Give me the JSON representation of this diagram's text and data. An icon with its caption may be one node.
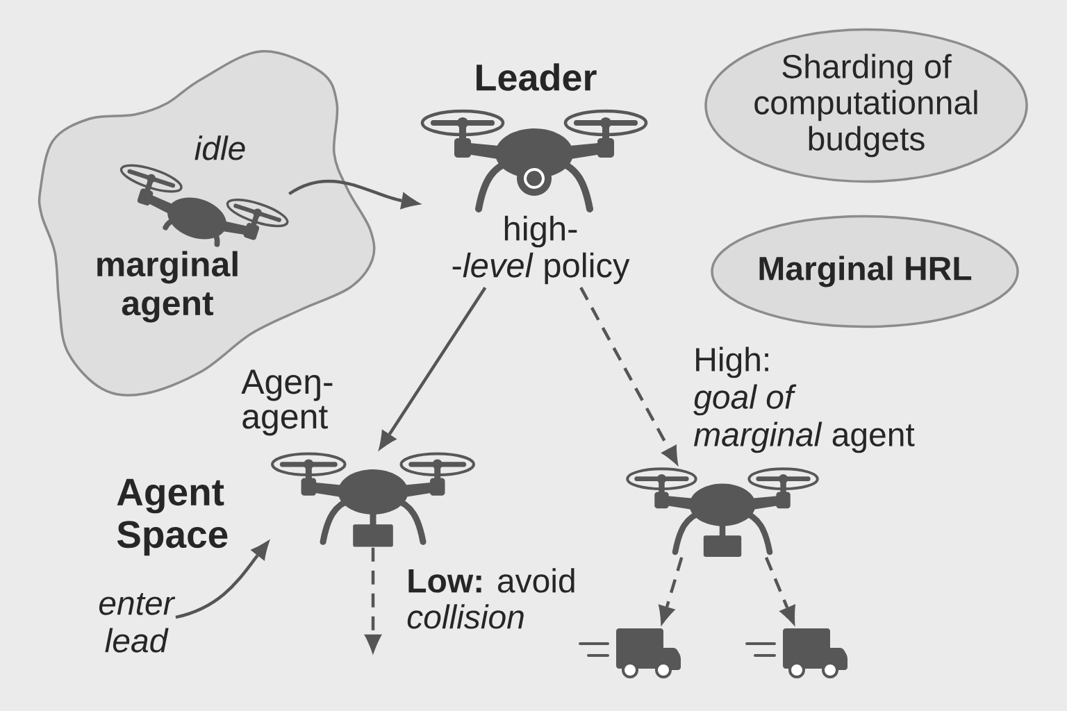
{
  "diagram": {
    "nodes": [
      {
        "text": [],
        "shape": "cloud"
      },
      {
        "text": [],
        "shape": "picture",
        "in": 0,
        "beside": [
          "idle",
          "marginal agent"
        ]
      },
      {
        "text": [],
        "shape": "picture",
        "beside": [
          "Leader",
          "high- -*level* policy"
        ]
      },
      {
        "text": [
          "Sharding of computationnal budgets"
        ]
      },
      {
        "text": [
          "Marginal HRL"
        ]
      },
      {
        "text": [],
        "shape": "picture",
        "beside": [
          "Ageŋ- agent"
        ]
      },
      {
        "text": [
          "enter lead"
        ]
      },
      {
        "text": [],
        "shape": "picture"
      },
      {
        "text": [],
        "shape": "picture"
      },
      {
        "text": [],
        "shape": "picture"
      }
    ],
    "edges": [
      {
        "from": 1,
        "to": 2,
        "arrow": "to"
      },
      {
        "from": 2,
        "to": 5,
        "arrow": "to"
      },
      {
        "from": 2,
        "to": 7,
        "arrow": "to",
        "style": "dashed",
        "label": "High: *goal of* *marginal* agent"
      },
      {
        "from": 6,
        "to": 5,
        "arrow": "to"
      },
      {
        "from": 5,
        "to": null,
        "arrow": "to",
        "style": "dashed",
        "label": "**Low:** avoid *collision*"
      },
      {
        "from": 7,
        "to": 8,
        "arrow": "to",
        "style": "dashed"
      },
      {
        "from": 7,
        "to": 9,
        "arrow": "to",
        "style": "dashed"
      }
    ],
    "labels": [
      "Agent Space"
    ]
  }
}
